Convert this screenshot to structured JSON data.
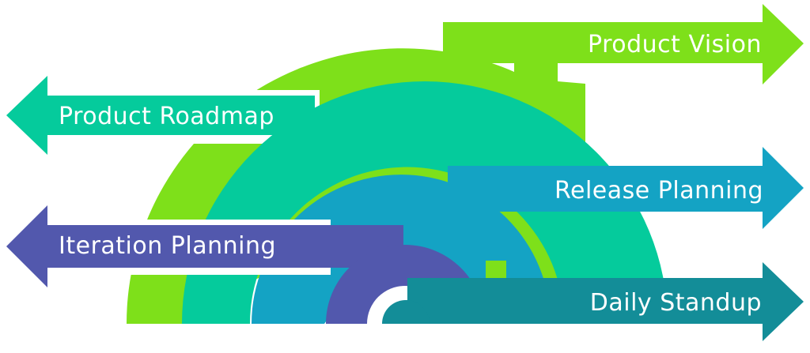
{
  "diagram": {
    "labels": {
      "product_vision": "Product Vision",
      "product_roadmap": "Product Roadmap",
      "release_planning": "Release Planning",
      "iteration_planning": "Iteration Planning",
      "daily_standup": "Daily Standup"
    },
    "colors": {
      "product_vision": "#7ee01a",
      "product_roadmap": "#05cb9c",
      "release_planning": "#14a3c4",
      "iteration_planning": "#5258ad",
      "daily_standup": "#138d98",
      "gap": "#ffffff"
    }
  }
}
